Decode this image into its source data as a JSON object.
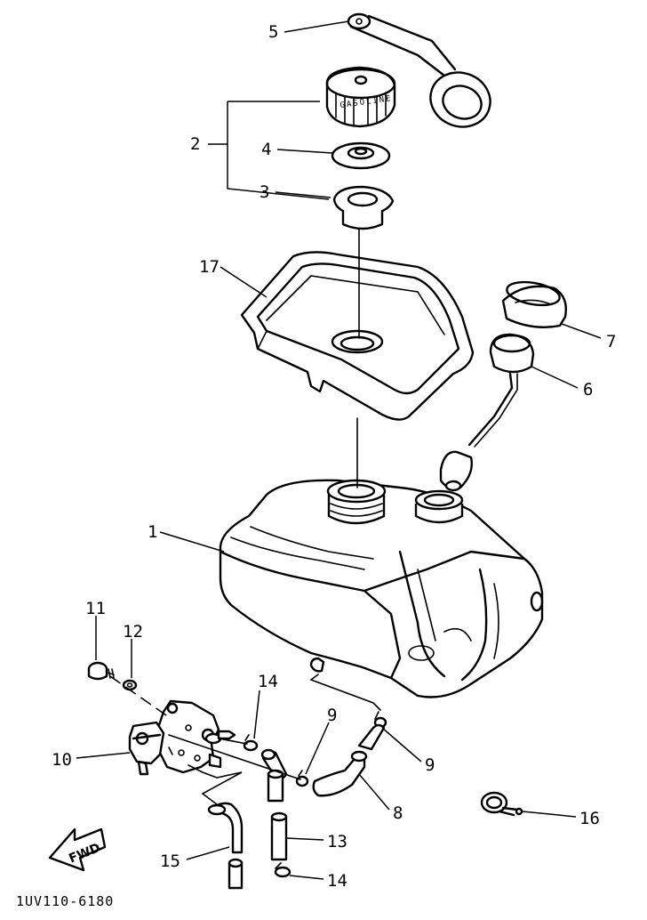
{
  "diagram": {
    "part_code": "1UV110-6180",
    "cap_text": "GASOLINE",
    "fwd_label": "FWD",
    "callouts": [
      "5",
      "2",
      "4",
      "3",
      "17",
      "7",
      "6",
      "1",
      "11",
      "12",
      "10",
      "14",
      "9",
      "9",
      "8",
      "16",
      "15",
      "13",
      "14"
    ]
  }
}
